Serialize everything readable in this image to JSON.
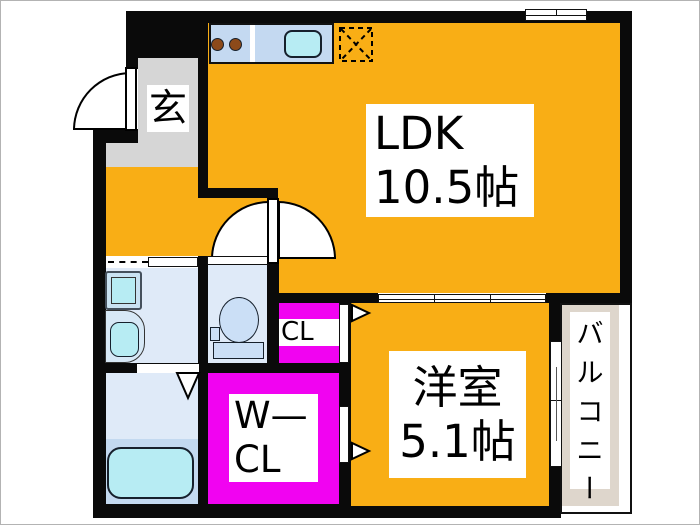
{
  "colors": {
    "orange": "#f9ae15",
    "magenta": "#f103f1",
    "wall": "#0a0a0a",
    "gray": "#d6d6d6",
    "room_blue": "#dfeaf8",
    "bath_blue": "#c3d9f0",
    "fixture_cyan": "#b7ecf3",
    "fixture_blue": "#cbdff6",
    "counter_blue": "#c4d9f1",
    "burner_brown": "#8c4a1a",
    "balcony_beige": "#ded6cc"
  },
  "labels": {
    "entrance": "玄",
    "ldk_name": "LDK",
    "ldk_size": "10.5帖",
    "bedroom_name": "洋室",
    "bedroom_size": "5.1帖",
    "closet": "CL",
    "walk_in_closet_line1": "W—",
    "walk_in_closet_line2": "CL",
    "balcony": "バルコニー"
  }
}
